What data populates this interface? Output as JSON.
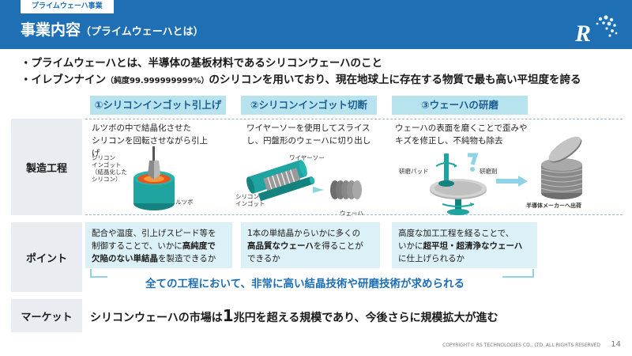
{
  "header": {
    "section_tag": "プライムウェーハ事業",
    "title": "事業内容",
    "title_sub": "（プライムウェーハとは）",
    "logo_letter": "R"
  },
  "bullets": [
    {
      "text": "・プライムウェーハとは、半導体の基板材料であるシリコンウェーハのこと"
    },
    {
      "pre": "・イレブンナイン",
      "small": "（純度99.999999999%）",
      "post": "のシリコンを用いており、現在地球上に存在する物質で最も高い平坦度を誇る"
    }
  ],
  "steps": [
    {
      "title": "①シリコンインゴット引上げ"
    },
    {
      "title": "②シリコンインゴット切断"
    },
    {
      "title": "③ウェーハの研磨"
    }
  ],
  "rows": {
    "process": "製造工程",
    "point": "ポイント",
    "market": "マーケット"
  },
  "process": {
    "step1_text": [
      "ルツボの中で結晶化させた",
      "シリコンを回転させながら引上",
      "げ"
    ],
    "step1_labels": {
      "ingot_line1": "シリコン",
      "ingot_line2": "インゴット",
      "ingot_line3": "（結晶化した",
      "ingot_line4": "シリコン）",
      "crucible": "ルツボ"
    },
    "step2_text": [
      "ワイヤーソーを使用してスライス",
      "し、円盤形のウェーハに切り出し"
    ],
    "step2_labels": {
      "wire_saw": "ワイヤーソー",
      "ingot_line1": "シリコン",
      "ingot_line2": "インゴット",
      "wafer": "ウェーハ"
    },
    "step3_text": [
      "ウェーハの表面を磨くことで歪みや",
      "キズを修正し、不純物も除去"
    ],
    "step3_labels": {
      "pad": "研磨パッド",
      "agent": "研磨剤"
    },
    "ship_label": "半導体メーカーへ出荷"
  },
  "points": {
    "p1": {
      "line1": "配合や温度、引上げスピード等を",
      "line2_pre": "制御することで、いかに",
      "line2_bold": "高純度で",
      "line3_bold": "欠陥のない単結晶",
      "line3_post": "を製造できるか"
    },
    "p2": {
      "line1": "1本の単結晶からいかに多くの",
      "line2_bold": "高品質なウェーハ",
      "line2_post": "を得ることが",
      "line3": "できるか"
    },
    "p3": {
      "line1": "高度な加工工程を経ることで、",
      "line2_pre": "いかに",
      "line2_bold": "超平坦・超清浄なウェーハ",
      "line3": "に仕上げられるか"
    }
  },
  "conclusion": "全ての工程において、非常に高い結晶技術や研磨技術が求められる",
  "market": {
    "pre": "シリコンウェーハの市場は",
    "big": "1",
    "post": "兆円を超える規模であり、今後さらに規模拡大が進む"
  },
  "footer": {
    "copyright": "COPYRIGHT© RS TECHNOLOGIES CO., LTD. ALL RIGHTS RESERVED",
    "page": "14"
  },
  "colors": {
    "brand": "#1e6fb4",
    "step_fill": "#b7e3ef",
    "point_fill": "#dcf1f7",
    "teal": "#1fa4a0"
  }
}
